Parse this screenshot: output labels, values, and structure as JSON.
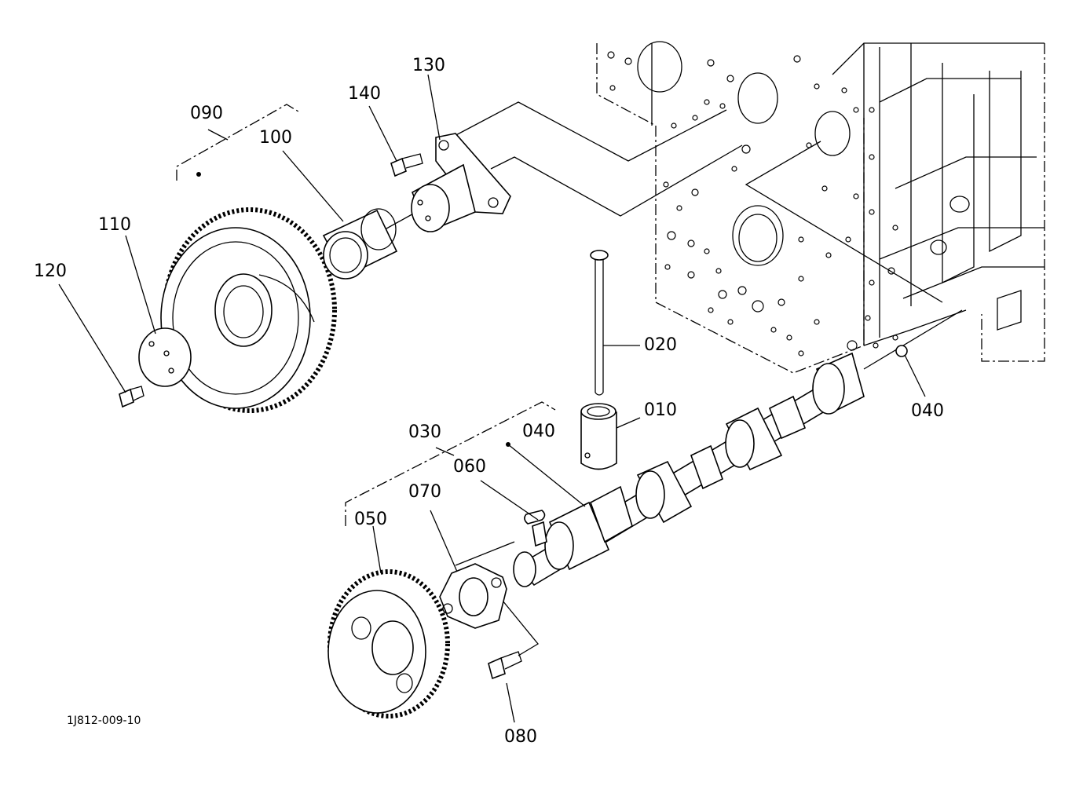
{
  "labels": {
    "p010": "010",
    "p020": "020",
    "p030": "030",
    "p040a": "040",
    "p040b": "040",
    "p050": "050",
    "p060": "060",
    "p070": "070",
    "p080": "080",
    "p090": "090",
    "p100": "100",
    "p110": "110",
    "p120": "120",
    "p130": "130",
    "p140": "140"
  },
  "figure_code": "1J812-009-10"
}
